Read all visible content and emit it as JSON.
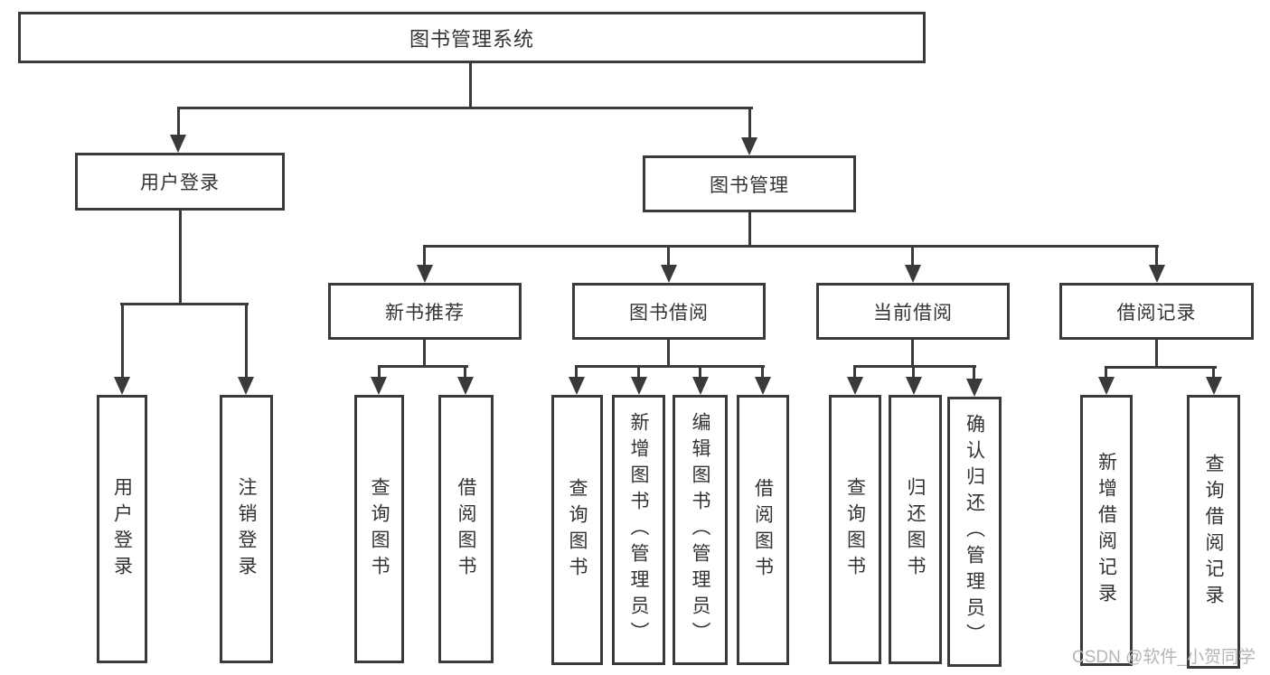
{
  "diagram": {
    "type": "hierarchy-tree",
    "colors": {
      "line": "#3a3a3a",
      "border": "#3a3a3a",
      "text": "#333333",
      "background": "#ffffff",
      "watermark": "#b5b5b5"
    },
    "watermark": "CSDN @软件_小贺同学",
    "nodes": {
      "root": {
        "label": "图书管理系统"
      },
      "user_login": {
        "label": "用户登录"
      },
      "book_mgmt": {
        "label": "图书管理"
      },
      "new_book_rec": {
        "label": "新书推荐"
      },
      "book_borrow": {
        "label": "图书借阅"
      },
      "current_borrow": {
        "label": "当前借阅"
      },
      "borrow_record": {
        "label": "借阅记录"
      },
      "leaf_user_login": {
        "label": "用户登录"
      },
      "leaf_logout": {
        "label": "注销登录"
      },
      "leaf_rec_query": {
        "label": "查询图书"
      },
      "leaf_rec_borrow": {
        "label": "借阅图书"
      },
      "leaf_bb_query": {
        "label": "查询图书"
      },
      "leaf_bb_add": {
        "label": "新增图书（管理员）"
      },
      "leaf_bb_edit": {
        "label": "编辑图书（管理员）"
      },
      "leaf_bb_borrow": {
        "label": "借阅图书"
      },
      "leaf_cb_query": {
        "label": "查询图书"
      },
      "leaf_cb_return": {
        "label": "归还图书"
      },
      "leaf_cb_confirm": {
        "label": "确认归还（管理员）"
      },
      "leaf_br_add": {
        "label": "新增借阅记录"
      },
      "leaf_br_query": {
        "label": "查询借阅记录"
      }
    },
    "edges": [
      "root->user_login",
      "root->book_mgmt",
      "user_login->leaf_user_login",
      "user_login->leaf_logout",
      "book_mgmt->new_book_rec",
      "book_mgmt->book_borrow",
      "book_mgmt->current_borrow",
      "book_mgmt->borrow_record",
      "new_book_rec->leaf_rec_query",
      "new_book_rec->leaf_rec_borrow",
      "book_borrow->leaf_bb_query",
      "book_borrow->leaf_bb_add",
      "book_borrow->leaf_bb_edit",
      "book_borrow->leaf_bb_borrow",
      "current_borrow->leaf_cb_query",
      "current_borrow->leaf_cb_return",
      "current_borrow->leaf_cb_confirm",
      "borrow_record->leaf_br_add",
      "borrow_record->leaf_br_query"
    ]
  }
}
